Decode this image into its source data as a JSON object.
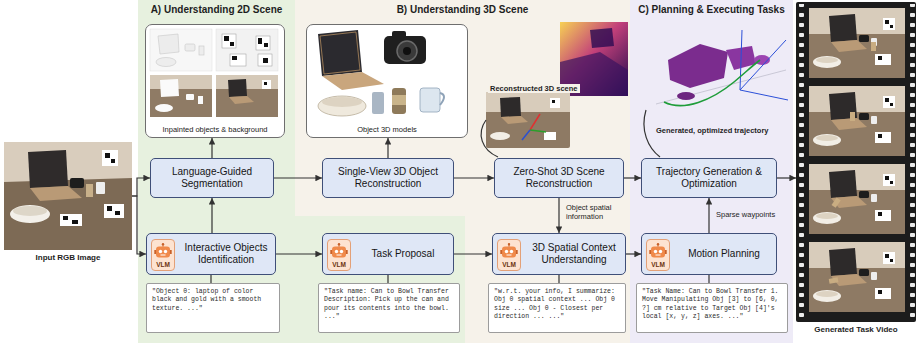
{
  "diagram": {
    "nodes": [
      {
        "text": [
          "Input RGB Image"
        ]
      },
      {
        "text": [
          "A) Understanding 2D Scene"
        ]
      },
      {
        "text": [
          "Inpainted objects & background"
        ],
        "in": 1
      },
      {
        "text": [
          "Language-Guided Segmentation"
        ],
        "in": 1
      },
      {
        "text": [
          "Interactive Objects Identification"
        ],
        "in": 1
      },
      {
        "text": [
          "VLM"
        ],
        "in": 4
      },
      {
        "text": [
          "\"Object 0: laptop of color black and gold with a smooth texture. ...\""
        ],
        "in": 1
      },
      {
        "text": [
          "Task Proposal"
        ],
        "in": 1
      },
      {
        "text": [
          "VLM"
        ],
        "in": 7
      },
      {
        "text": [
          "\"Task name: Can to Bowl Transfer Description: Pick up the can and pour its contents into the bowl. ...\""
        ],
        "in": 1
      },
      {
        "text": [
          "B) Understanding 3D Scene"
        ]
      },
      {
        "text": [
          "Object 3D models"
        ],
        "in": 10
      },
      {
        "text": [
          "Single-View 3D Object Reconstruction"
        ],
        "in": 10
      },
      {
        "text": [
          "Zero-Shot 3D Scene Reconstruction"
        ],
        "in": 10
      },
      {
        "text": [
          "3D Spatial Context Understanding"
        ],
        "in": 10
      },
      {
        "text": [
          "VLM"
        ],
        "in": 14
      },
      {
        "text": [
          "\"w.r.t. your info, I summarize: Obj 0 spatial context ... Obj 0 size ... Obj 0 - Closest per direction ... ...\""
        ],
        "in": 10
      },
      {
        "text": [
          "C) Planning & Executing Tasks"
        ]
      },
      {
        "text": [
          "Trajectory Generation & Optimization"
        ],
        "in": 17
      },
      {
        "text": [
          "Motion Planning"
        ],
        "in": 17
      },
      {
        "text": [
          "VLM"
        ],
        "in": 19
      },
      {
        "text": [
          "\"Task Name: Can to Bowl Transfer 1. Move Manipulating Obj [3] to [6, 0, ?] cm relative to Target Obj [4]'s local [x, y, z] axes. ...\""
        ],
        "in": 17
      },
      {
        "text": [
          "Generated Task Video"
        ]
      }
    ],
    "edges": [
      {
        "from": 0,
        "to": 3,
        "arrow": "to"
      },
      {
        "from": 0,
        "to": 4,
        "arrow": "to"
      },
      {
        "from": 4,
        "to": 3,
        "arrow": "to"
      },
      {
        "from": 3,
        "to": 2,
        "arrow": "to"
      },
      {
        "from": 3,
        "to": 12,
        "arrow": "to"
      },
      {
        "from": 12,
        "to": 11,
        "arrow": "to"
      },
      {
        "from": 12,
        "to": 13,
        "arrow": "to"
      },
      {
        "from": 13,
        "to": 18,
        "arrow": "to"
      },
      {
        "from": 4,
        "to": 7,
        "arrow": "to"
      },
      {
        "from": 7,
        "to": 14,
        "arrow": "to"
      },
      {
        "from": 13,
        "to": 14,
        "label": "Object spatial information",
        "arrow": "to"
      },
      {
        "from": 14,
        "to": 19,
        "arrow": "to"
      },
      {
        "from": 19,
        "to": 18,
        "label": "Sparse waypoints",
        "arrow": "to"
      },
      {
        "from": 18,
        "to": 22,
        "arrow": "to"
      },
      {
        "from": 4,
        "to": 6,
        "arrow": "none"
      },
      {
        "from": 7,
        "to": 9,
        "arrow": "none"
      },
      {
        "from": 14,
        "to": 16,
        "arrow": "none"
      },
      {
        "from": 19,
        "to": 21,
        "arrow": "none"
      }
    ],
    "labels": [
      "Reconstructed 3D scene",
      "Generated, optimized trajectory"
    ]
  }
}
